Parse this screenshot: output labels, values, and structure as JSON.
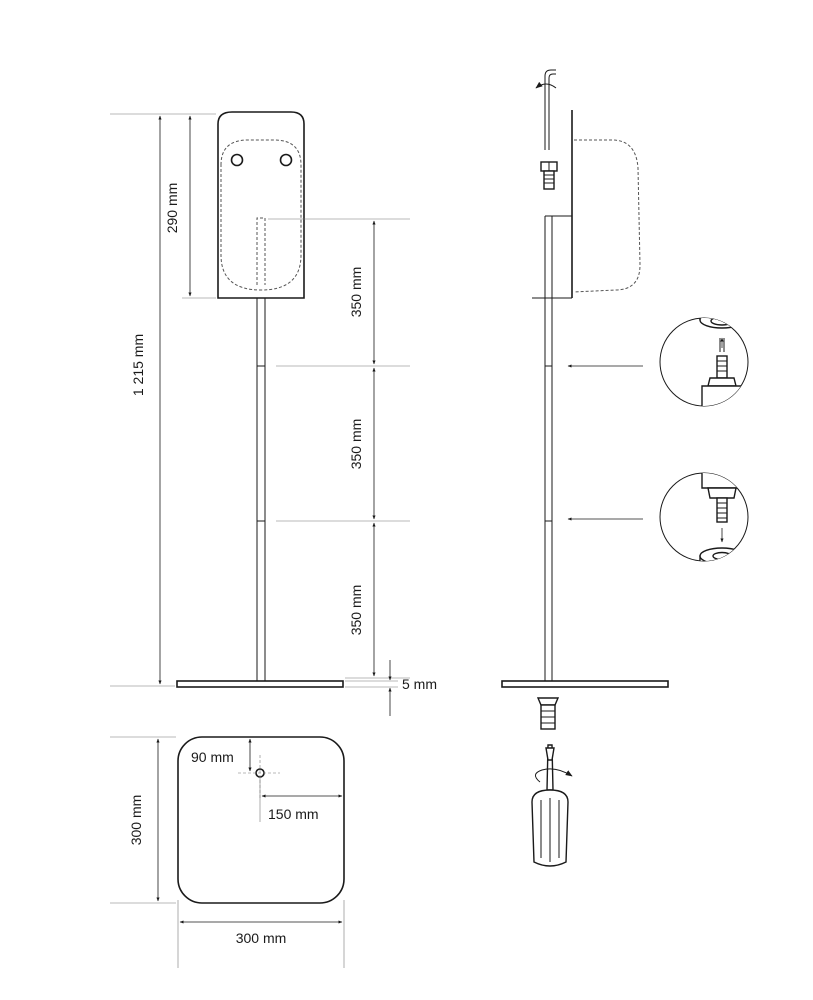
{
  "front_view": {
    "total_height_label": "1 215 mm",
    "panel_height_label": "290 mm",
    "segment_labels": [
      "350 mm",
      "350 mm",
      "350 mm"
    ],
    "base_thickness_label": "5 mm"
  },
  "base_plan": {
    "depth_label": "300 mm",
    "width_label": "300 mm",
    "hole_offset_y_label": "90 mm",
    "hole_offset_x_label": "150 mm"
  }
}
